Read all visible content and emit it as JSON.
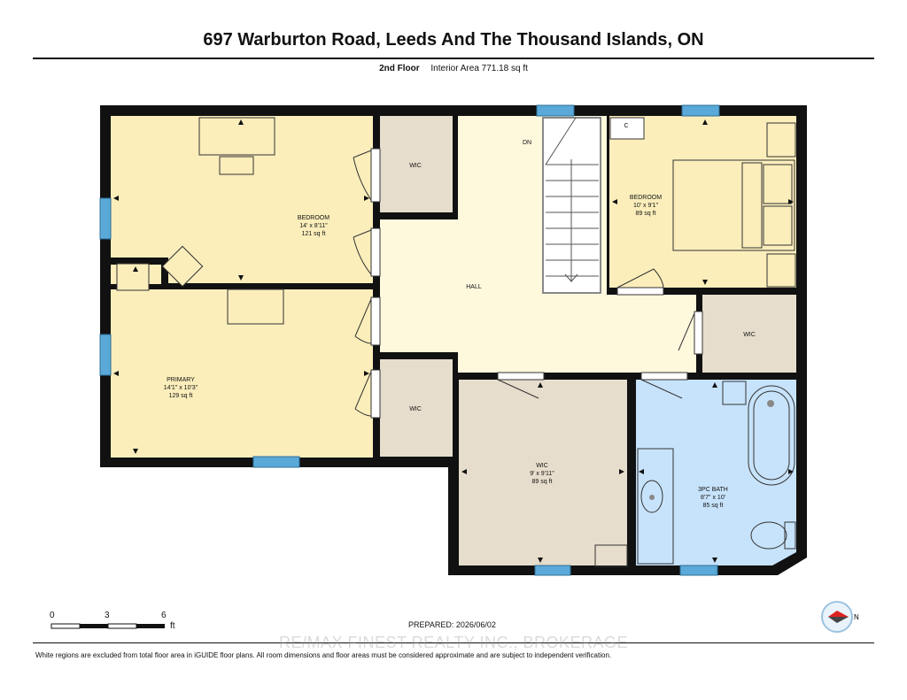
{
  "header": {
    "title": "697 Warburton Road, Leeds And The Thousand Islands, ON",
    "floor": "2nd Floor",
    "interior_area": "Interior Area 771.18 sq ft"
  },
  "rooms": {
    "bedroom_left": {
      "name": "BEDROOM",
      "dims": "14' x 8'11\"",
      "area": "121 sq ft"
    },
    "wic_top": {
      "name": "WIC"
    },
    "primary": {
      "name": "PRIMARY",
      "dims": "14'1\" x 10'3\"",
      "area": "129 sq ft"
    },
    "wic_mid": {
      "name": "WIC"
    },
    "hall": {
      "name": "HALL"
    },
    "stairs_label": "DN",
    "bedroom_right": {
      "name": "BEDROOM",
      "dims": "10' x 9'1\"",
      "area": "89 sq ft"
    },
    "closet_c": "C",
    "wic_right": {
      "name": "WIC"
    },
    "wic_large": {
      "name": "WIC",
      "dims": "9' x 9'11\"",
      "area": "89 sq ft"
    },
    "bath": {
      "name": "3PC BATH",
      "dims": "8'7\" x 10'",
      "area": "85 sq ft"
    }
  },
  "scale": {
    "labels": [
      "0",
      "3",
      "6"
    ],
    "unit": "ft"
  },
  "prepared": "PREPARED: 2026/06/02",
  "compass_label": "N",
  "watermark": "RE/MAX FINEST REALTY INC., BROKERAGE",
  "footer": "White regions are excluded from total floor area in iGUIDE floor plans. All room dimensions and floor areas must be considered approximate and are subject to independent verification.",
  "colors": {
    "wall": "#111111",
    "bedroom": "#fbeebb",
    "hall": "#fef8dd",
    "closet": "#e7ddcc",
    "bath": "#c7e3fb",
    "window": "#5aa9d8"
  }
}
